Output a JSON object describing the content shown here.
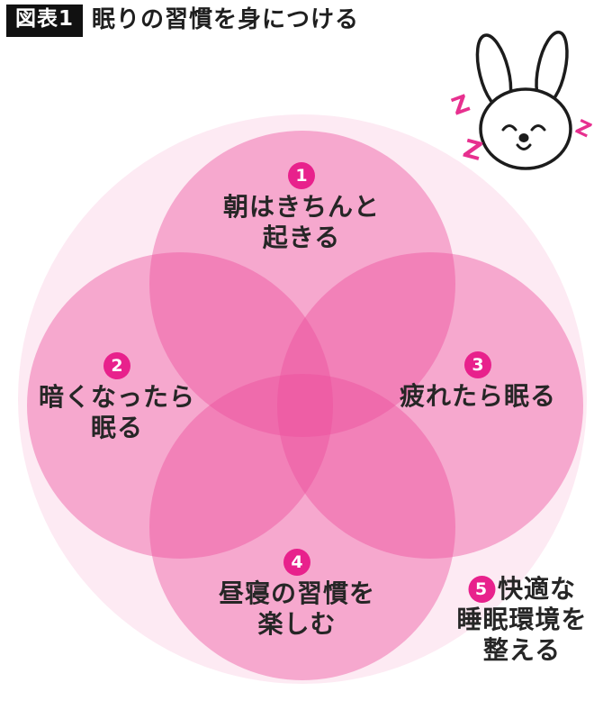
{
  "figure": {
    "tag": "図表1",
    "title": "眠りの習慣を身につける"
  },
  "habits": [
    {
      "num": "1",
      "lines": [
        "朝はきちんと",
        "起きる"
      ]
    },
    {
      "num": "2",
      "lines": [
        "暗くなったら",
        "眠る"
      ]
    },
    {
      "num": "3",
      "lines": [
        "疲れたら眠る"
      ]
    },
    {
      "num": "4",
      "lines": [
        "昼寝の習慣を",
        "楽しむ"
      ]
    },
    {
      "num": "5",
      "lines": [
        "快適な",
        "睡眠環境を",
        "整える"
      ]
    }
  ],
  "rabbit": {
    "z1": "Z",
    "z2": "Z",
    "z3": "Z"
  },
  "colors": {
    "outer_circle": "#fdeaf3",
    "habit_circle": "#ec4d9b",
    "habit_circle_opacity": "0.42",
    "badge": "#e8218c",
    "title_text": "#1f1f1f",
    "item_text": "#262626",
    "sleep_z": "#e7308f"
  }
}
